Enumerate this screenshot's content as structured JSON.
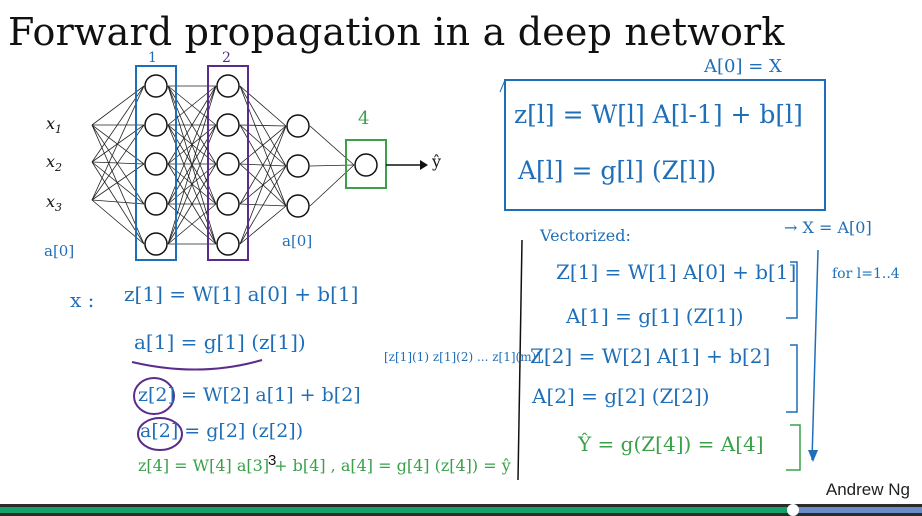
{
  "slide": {
    "title": "Forward propagation in a deep network",
    "author": "Andrew Ng",
    "page_number": "3"
  },
  "network": {
    "inputs": [
      "x",
      "x",
      "x"
    ],
    "input_subscripts": [
      "1",
      "2",
      "3"
    ],
    "output": "ŷ",
    "layer_labels": [
      "1",
      "2",
      "4"
    ],
    "input_annotation": "a[0]",
    "layer_annotation": "a[0]"
  },
  "annotations": {
    "boxed_eq1": "z[l] = W[l] A[l-1] + b[l]",
    "boxed_eq2": "A[l] = g[l] (Z[l])",
    "a0_note": "A[0] = X",
    "vectorized_label": "Vectorized:",
    "x_equals": "→ X = A[0]",
    "for_loop": "for l=1..4",
    "v_eq1": "Z[1] = W[1] A[0] + b[1]",
    "v_eq2": "A[1] = g[1] (Z[1])",
    "v_eq3": "Z[2] = W[2] A[1] + b[2]",
    "v_eq4": "A[2] = g[2] (Z[2])",
    "v_eq5": "Ŷ = g(Z[4]) = A[4]",
    "matrix_note": "[z[1](1) z[1](2) ... z[1](m)]",
    "x_colon": "x :",
    "eq_z1": "z[1] = W[1] a[0] + b[1]",
    "eq_a1": "a[1] = g[1] (z[1])",
    "eq_z2": "z[2] = W[2] a[1] + b[2]",
    "eq_a2": "a[2] = g[2] (z[2])",
    "eq_z4": "z[4] = W[4] a[3] + b[4] , a[4] = g[4] (z[4]) = ŷ"
  },
  "progress": {
    "fraction": 0.86
  },
  "colors": {
    "blue_ink": "#1f6fb8",
    "purple_ink": "#5a2d8c",
    "green_ink": "#3aa04a",
    "progress_fill": "#16a06a"
  }
}
